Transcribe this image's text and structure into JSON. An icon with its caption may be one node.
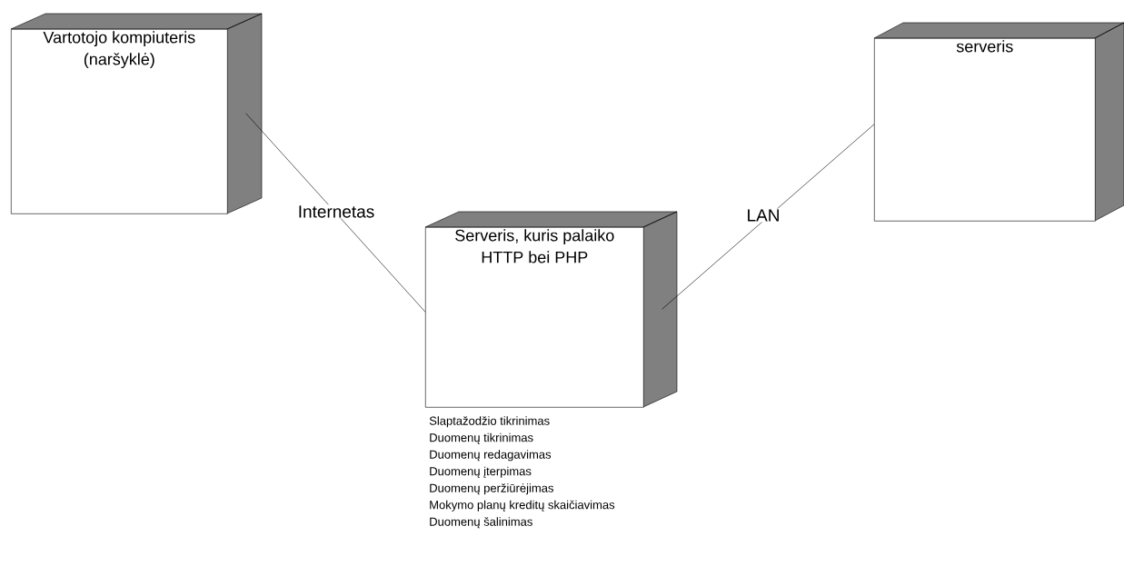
{
  "diagram": {
    "nodes": [
      {
        "text": [
          "Vartotojo kompiuteris (naršyklė)"
        ]
      },
      {
        "text": [
          "Serveris, kuris palaiko HTTP bei PHP"
        ],
        "beside": [
          "Slaptažodžio tikrinimas",
          "Duomenų tikrinimas",
          "Duomenų redagavimas",
          "Duomenų įterpimas",
          "Duomenų peržiūrėjimas",
          "Mokymo planų kreditų skaičiavimas",
          "Duomenų šalinimas"
        ]
      },
      {
        "text": [
          "serveris"
        ]
      }
    ],
    "edges": [
      {
        "from": 0,
        "to": 1,
        "arrow": "none",
        "label": "Internetas"
      },
      {
        "from": 1,
        "to": 2,
        "arrow": "none",
        "label": "LAN"
      }
    ]
  }
}
